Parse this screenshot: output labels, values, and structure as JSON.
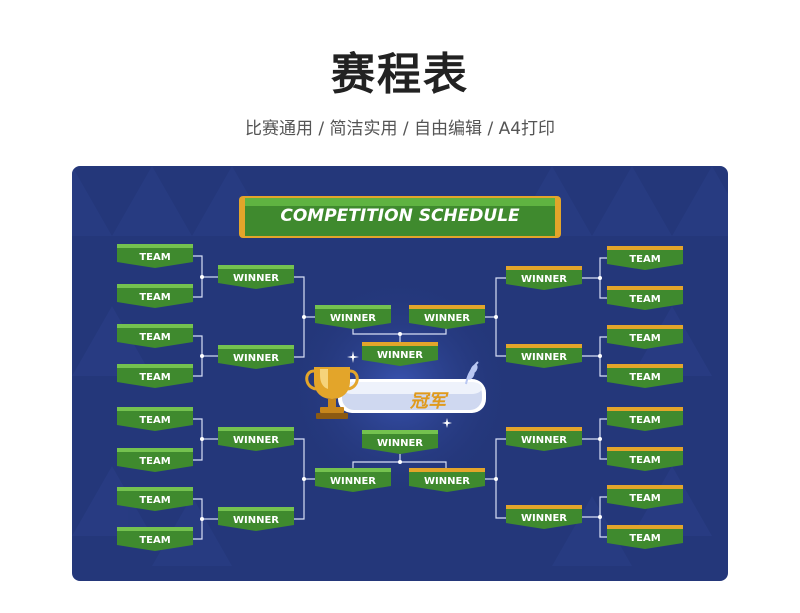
{
  "header": {
    "title": "赛程表",
    "subtitle": "比赛通用 / 简洁实用 / 自由编辑 / A4打印"
  },
  "banner": {
    "text": "COMPETITION SCHEDULE"
  },
  "champion": {
    "label": "冠军"
  },
  "left": {
    "teams": [
      "TEAM",
      "TEAM",
      "TEAM",
      "TEAM",
      "TEAM",
      "TEAM",
      "TEAM",
      "TEAM"
    ],
    "round1_winners": [
      "WINNER",
      "WINNER",
      "WINNER",
      "WINNER"
    ],
    "round2_winners": [
      "WINNER",
      "WINNER"
    ]
  },
  "right": {
    "teams": [
      "TEAM",
      "TEAM",
      "TEAM",
      "TEAM",
      "TEAM",
      "TEAM",
      "TEAM",
      "TEAM"
    ],
    "round1_winners": [
      "WINNER",
      "WINNER",
      "WINNER",
      "WINNER"
    ],
    "round2_winners": [
      "WINNER",
      "WINNER"
    ]
  },
  "finals": {
    "top": "WINNER",
    "bottom": "WINNER"
  },
  "colors": {
    "board": "#24377a",
    "box_green": "#3f8a2e",
    "box_green_light": "#5fb341",
    "gold": "#e3a52a"
  }
}
